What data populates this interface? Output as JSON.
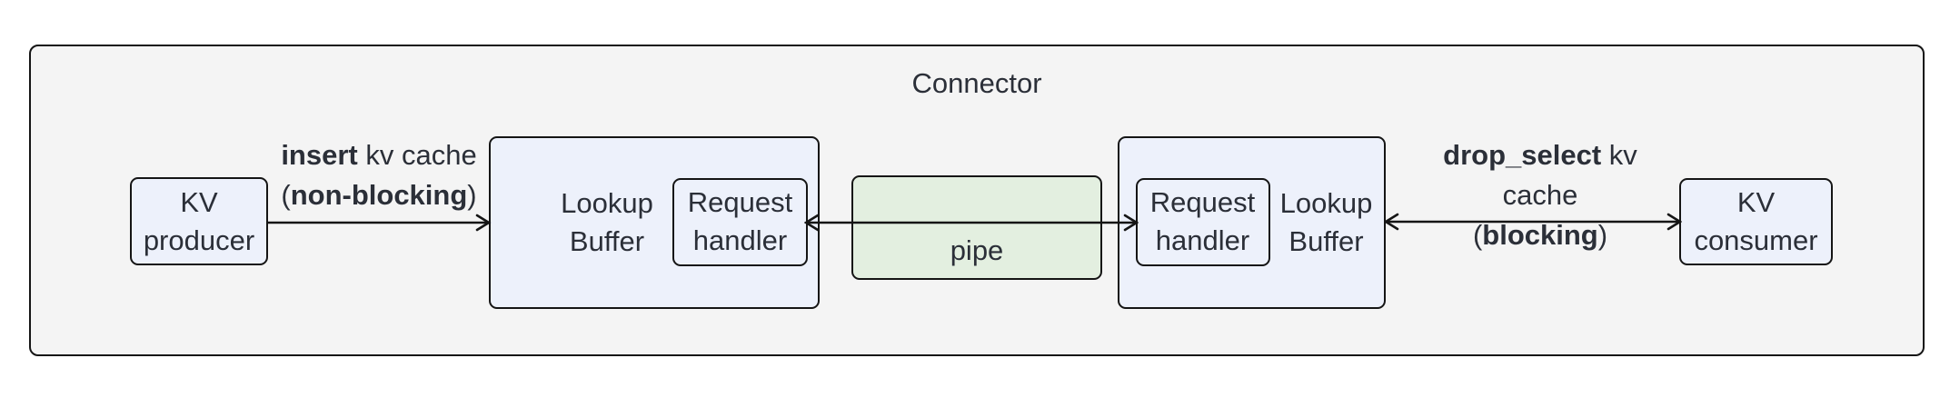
{
  "title": "Connector",
  "nodes": {
    "kv_producer": {
      "line1": "KV",
      "line2": "producer"
    },
    "lookup_buffer_left": {
      "line1": "Lookup",
      "line2": "Buffer"
    },
    "request_handler_left": {
      "line1": "Request",
      "line2": "handler"
    },
    "pipe": {
      "label": "pipe"
    },
    "request_handler_right": {
      "line1": "Request",
      "line2": "handler"
    },
    "lookup_buffer_right": {
      "line1": "Lookup",
      "line2": "Buffer"
    },
    "kv_consumer": {
      "line1": "KV",
      "line2": "consumer"
    }
  },
  "edges": {
    "insert": {
      "bold1": "insert",
      "rest1": " kv cache",
      "open_paren": "(",
      "bold2": "non-blocking",
      "close_paren": ")"
    },
    "drop_select": {
      "bold1": "drop_select",
      "rest1": " kv cache",
      "open_paren": "(",
      "bold2": "blocking",
      "close_paren": ")"
    }
  },
  "colors": {
    "container_fill": "#f4f4f4",
    "node_fill": "#edf1fb",
    "pipe_fill": "#e3efe0",
    "border": "#151515",
    "text": "#2b2f38"
  }
}
